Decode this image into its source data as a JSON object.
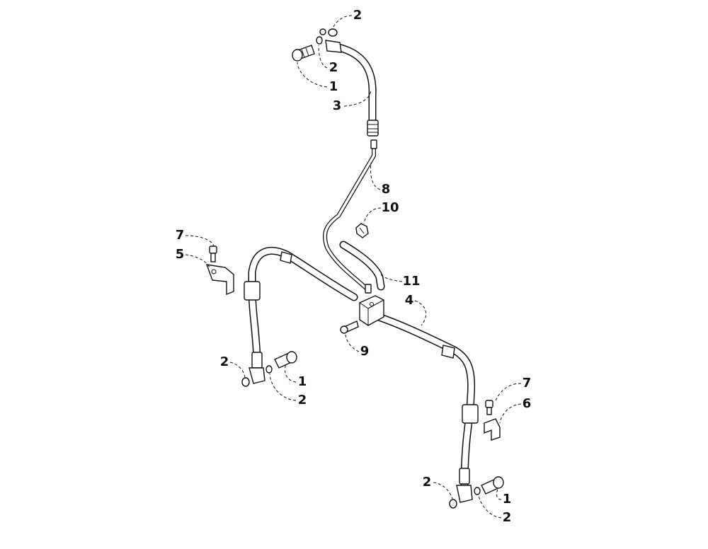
{
  "diagram": {
    "callouts": [
      {
        "id": "c-2-top",
        "label": "2"
      },
      {
        "id": "c-2-top-b",
        "label": "2"
      },
      {
        "id": "c-1-top",
        "label": "1"
      },
      {
        "id": "c-3",
        "label": "3"
      },
      {
        "id": "c-8",
        "label": "8"
      },
      {
        "id": "c-10",
        "label": "10"
      },
      {
        "id": "c-7-left",
        "label": "7"
      },
      {
        "id": "c-5",
        "label": "5"
      },
      {
        "id": "c-11",
        "label": "11"
      },
      {
        "id": "c-4",
        "label": "4"
      },
      {
        "id": "c-9",
        "label": "9"
      },
      {
        "id": "c-2-left",
        "label": "2"
      },
      {
        "id": "c-1-left",
        "label": "1"
      },
      {
        "id": "c-2-left-b",
        "label": "2"
      },
      {
        "id": "c-7-right",
        "label": "7"
      },
      {
        "id": "c-6",
        "label": "6"
      },
      {
        "id": "c-2-right",
        "label": "2"
      },
      {
        "id": "c-1-right",
        "label": "1"
      },
      {
        "id": "c-2-right-b",
        "label": "2"
      }
    ]
  }
}
